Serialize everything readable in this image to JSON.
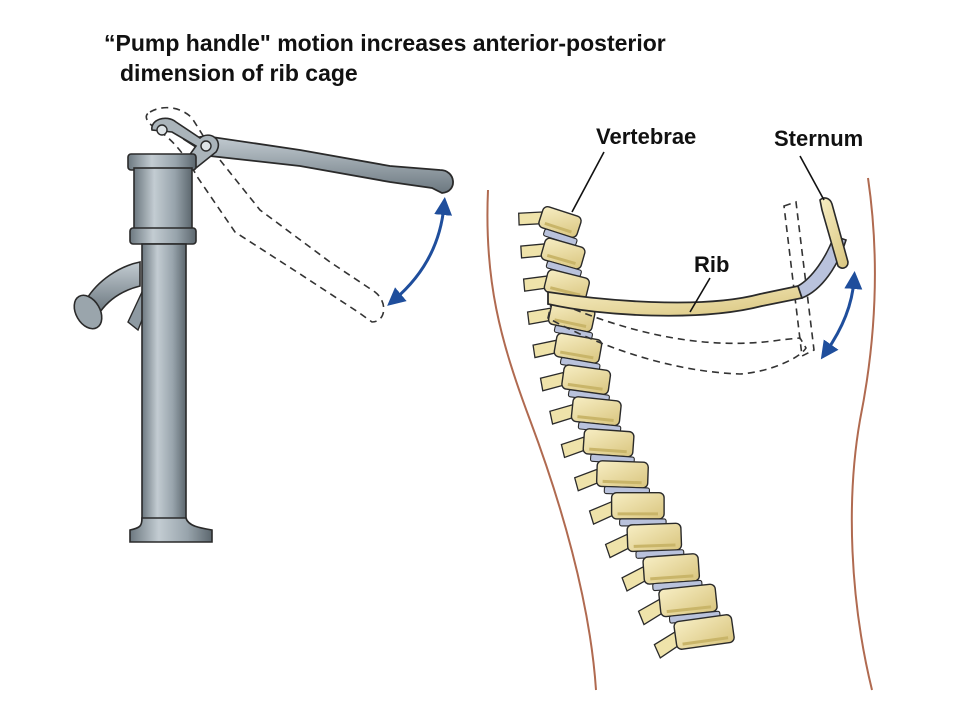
{
  "title": {
    "line1": "“Pump handle\" motion increases anterior-posterior",
    "line2": "dimension of rib cage"
  },
  "labels": {
    "vertebrae": "Vertebrae",
    "sternum": "Sternum",
    "rib": "Rib"
  },
  "colors": {
    "pump_metal": "#8e9aa2",
    "bone": "#efe3aa",
    "bone_shadow": "#c9b569",
    "disc": "#b9c2dc",
    "body_outline": "#b06a50",
    "arrow": "#1f4e9c",
    "outline": "#2a2a2a"
  }
}
